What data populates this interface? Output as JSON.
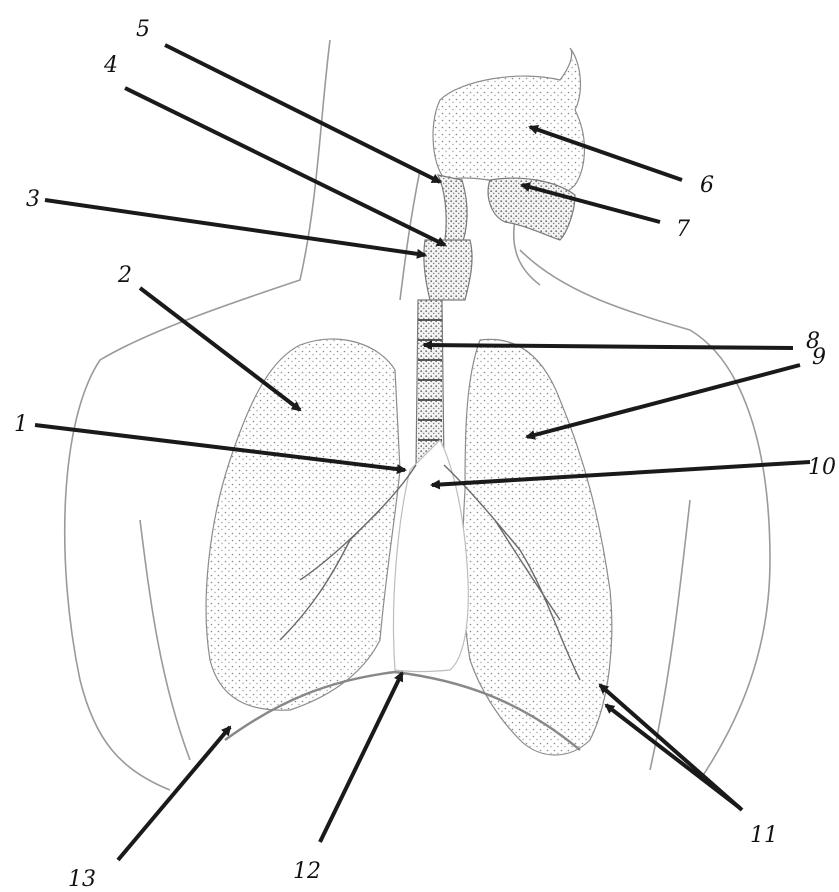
{
  "figure": {
    "subject": "human respiratory system anatomy",
    "colors": {
      "ink": "#1a1a1a",
      "outline": "#9a9a9a",
      "stipple": "#8a8a8a",
      "background": "#ffffff"
    }
  },
  "labels": [
    {
      "id": "1",
      "text": "1"
    },
    {
      "id": "2",
      "text": "2"
    },
    {
      "id": "3",
      "text": "3"
    },
    {
      "id": "4",
      "text": "4"
    },
    {
      "id": "5",
      "text": "5"
    },
    {
      "id": "6",
      "text": "6"
    },
    {
      "id": "7",
      "text": "7"
    },
    {
      "id": "8",
      "text": "8"
    },
    {
      "id": "9",
      "text": "9"
    },
    {
      "id": "10",
      "text": "10"
    },
    {
      "id": "11",
      "text": "11"
    },
    {
      "id": "12",
      "text": "12"
    },
    {
      "id": "13",
      "text": "13"
    }
  ]
}
